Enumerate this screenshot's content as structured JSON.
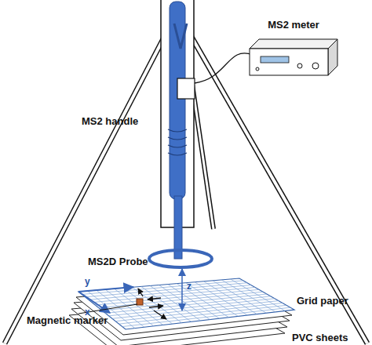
{
  "diagram": {
    "nodes": [
      {
        "text": [
          "MS2 meter"
        ]
      }
    ],
    "labels": [
      "MS2 handle",
      "MS2D Probe",
      "Grid paper",
      "PVC sheets",
      "Magnetic marker",
      "y",
      "x",
      "z"
    ]
  }
}
